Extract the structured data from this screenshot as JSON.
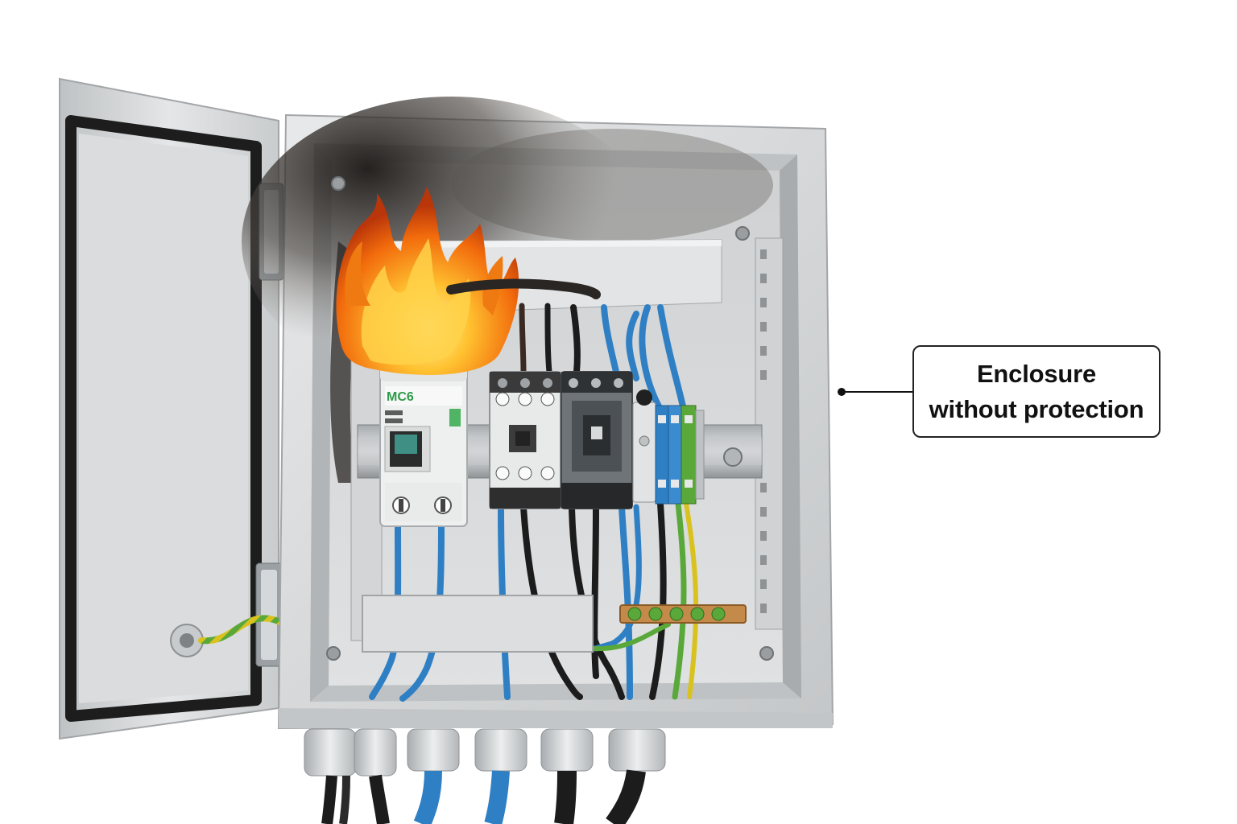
{
  "callout": {
    "line1": "Enclosure",
    "line2": "without protection"
  },
  "breaker": {
    "label": "MC6"
  },
  "colors": {
    "enclosure": "#d9dbdc",
    "enclosure_shadow": "#9ea2a5",
    "wire_blue": "#2f7fc4",
    "wire_black": "#1c1c1c",
    "wire_earth_green": "#5aa83a",
    "wire_earth_yellow": "#d9c21e",
    "flame_orange": "#f07a12",
    "flame_yellow": "#ffd24a",
    "soot": "#2a2624",
    "callout_border": "#222222"
  }
}
